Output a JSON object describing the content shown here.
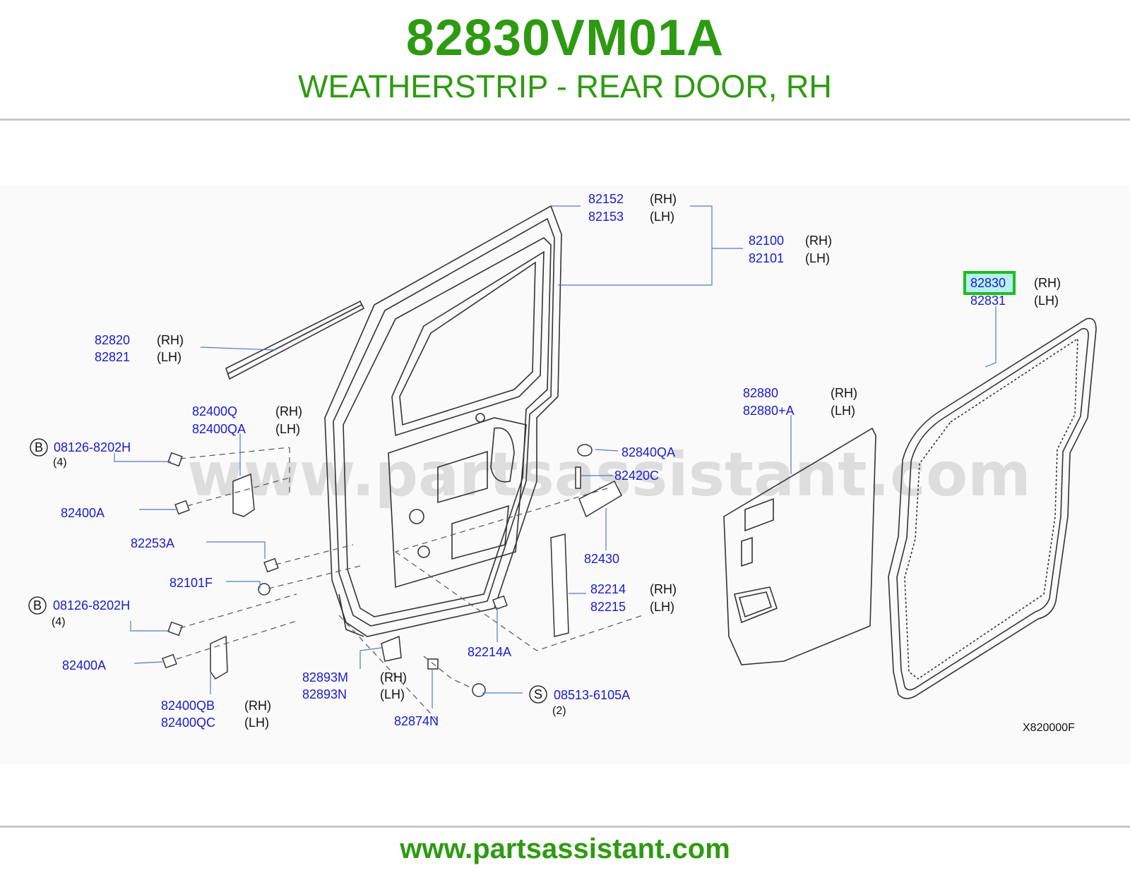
{
  "header": {
    "part_number": "82830VM01A",
    "description": "WEATHERSTRIP - REAR DOOR, RH"
  },
  "watermark": "www.partsassistant.com",
  "colors": {
    "title": "#2e9a12",
    "callout": "#1a1ad0",
    "highlight_border": "#22bb22",
    "highlight_fill": "#b8f0f0"
  },
  "callouts": {
    "c82152": "82152",
    "c82153": "82153",
    "c82100": "82100",
    "c82101": "82101",
    "c82830": "82830",
    "c82831": "82831",
    "c82820": "82820",
    "c82821": "82821",
    "c82880": "82880",
    "c82880a": "82880+A",
    "c82400Q": "82400Q",
    "c82400QA": "82400QA",
    "c08126a": "08126-8202H",
    "c08126b": "08126-8202H",
    "c82400Aa": "82400A",
    "c82400Ab": "82400A",
    "c82840QA": "82840QA",
    "c82420C": "82420C",
    "c82253A": "82253A",
    "c82430": "82430",
    "c82101F": "82101F",
    "c82214": "82214",
    "c82215": "82215",
    "c82214A": "82214A",
    "c82893M": "82893M",
    "c82893N": "82893N",
    "c82874N": "82874N",
    "c08513": "08513-6105A",
    "c82400QB": "82400QB",
    "c82400QC": "82400QC"
  },
  "sides": {
    "rh": "(RH)",
    "lh": "(LH)"
  },
  "markers": {
    "b": "B",
    "s": "S",
    "qty4": "(4)",
    "qty2": "(2)"
  },
  "diagram_code": "X820000F",
  "footer": {
    "url": "www.partsassistant.com"
  }
}
